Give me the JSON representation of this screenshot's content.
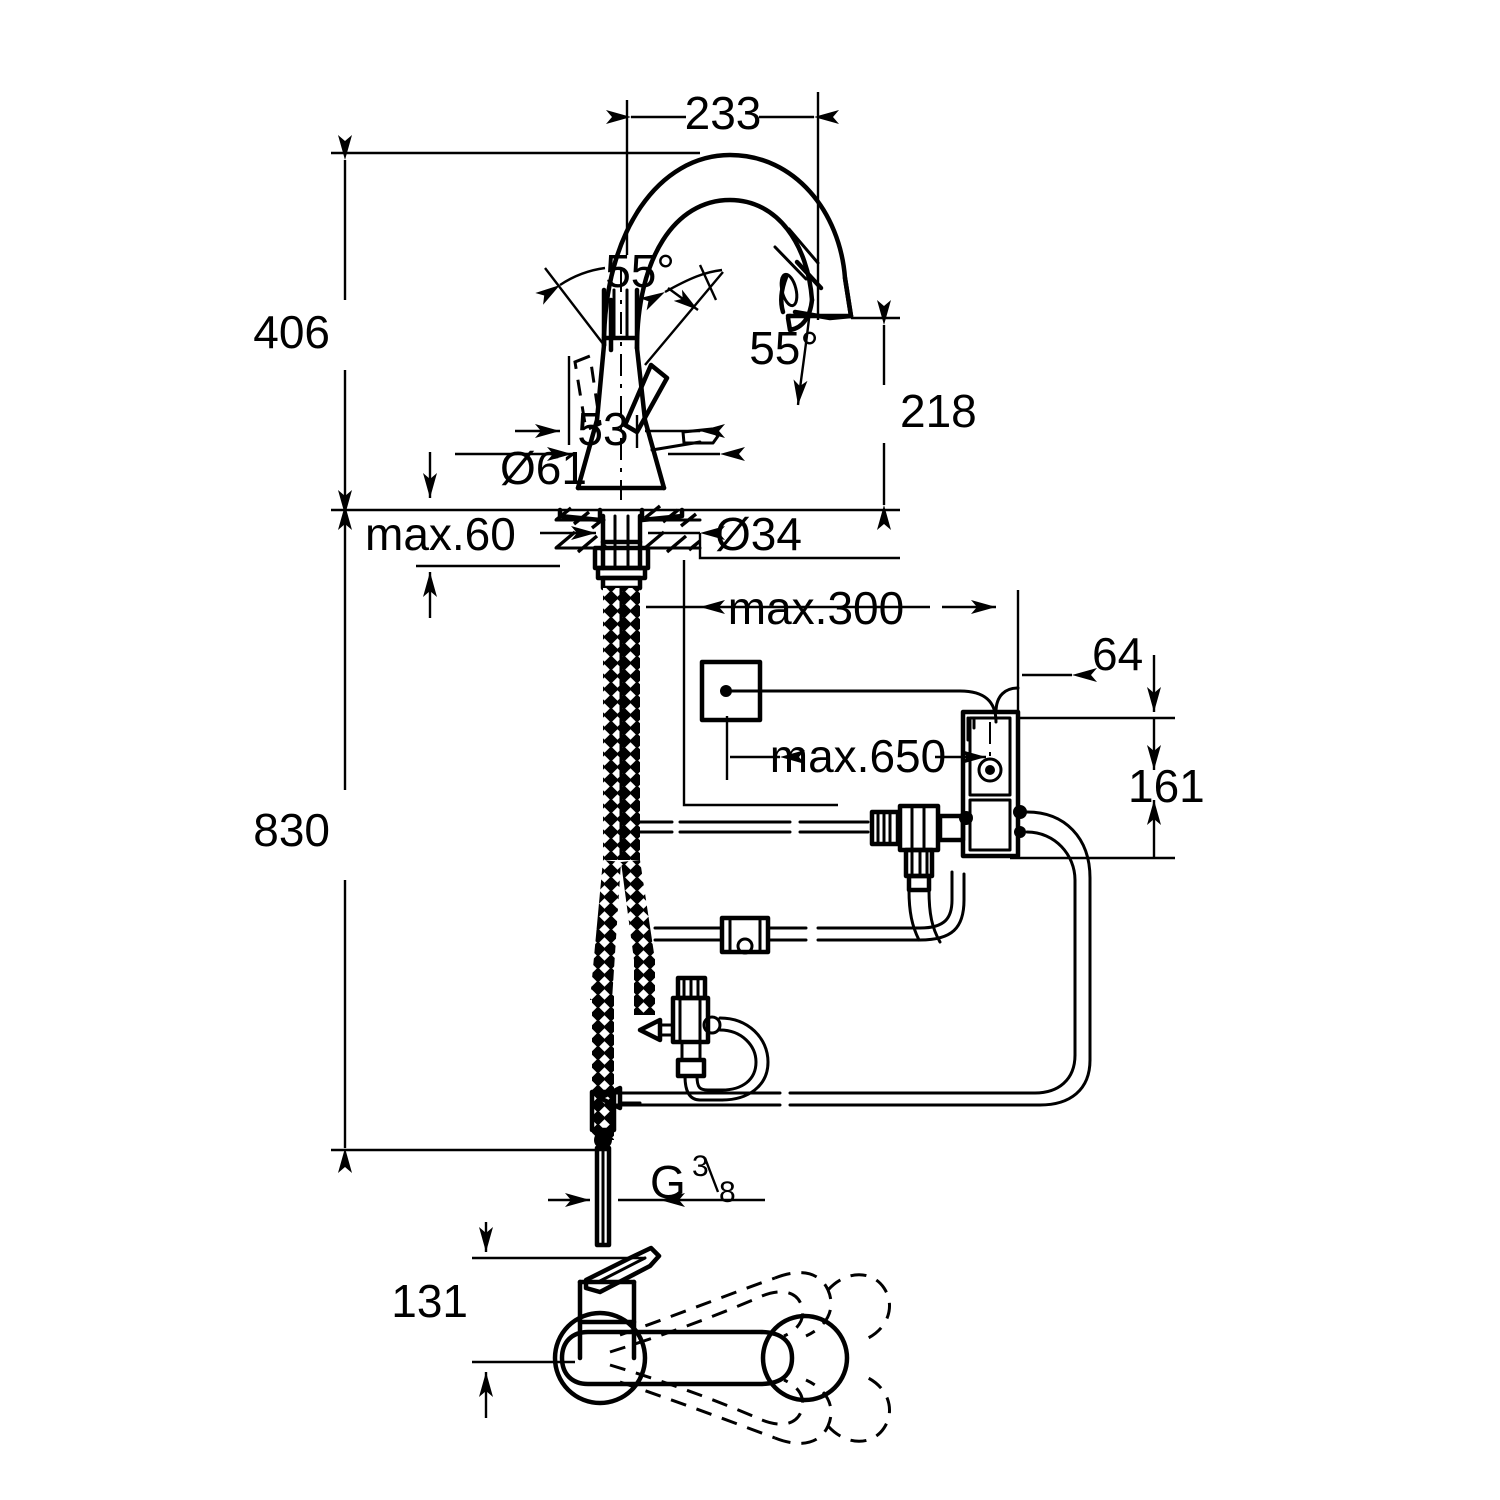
{
  "drawing": {
    "title": "Kitchen pull-out mixer tap dimension drawing",
    "units": "mm",
    "line_color": "#000000",
    "background_color": "#ffffff"
  },
  "dimensions": {
    "spout_reach": "233",
    "total_height": "406",
    "spout_height": "218",
    "angle_left": "55°",
    "angle_right": "55°",
    "handle_offset": "53",
    "base_diameter": "Ø61",
    "hole_diameter": "Ø34",
    "max_deck_thickness": "max.60",
    "max_hose_travel": "max.300",
    "supply_length": "830",
    "cable_length_a": "max.650",
    "box_offset": "64",
    "box_height": "161",
    "thread": "G",
    "thread_num": "3",
    "thread_den": "8",
    "plan_height": "131"
  },
  "labels": {
    "dim_233": "233",
    "dim_406": "406",
    "dim_218": "218",
    "dim_55_left": "55°",
    "dim_55_right": "55°",
    "dim_53": "53",
    "dim_d61": "Ø61",
    "dim_d34": "Ø34",
    "dim_max60": "max.60",
    "dim_max300": "max.300",
    "dim_830": "830",
    "dim_max650": "max.650",
    "dim_64": "64",
    "dim_161": "161",
    "dim_G": "G",
    "dim_131": "131"
  },
  "views": {
    "elevation": "Side elevation with pull-out spray spout",
    "plan": "Top plan view showing swivel range"
  }
}
